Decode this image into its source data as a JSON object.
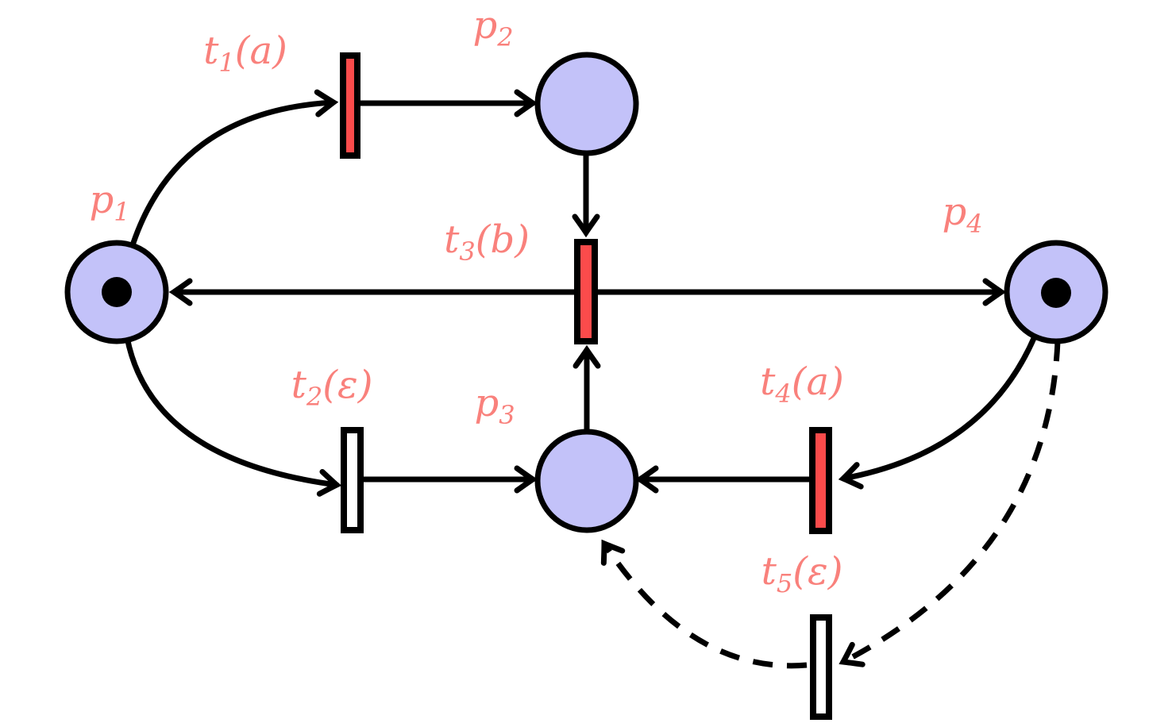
{
  "diagram": {
    "type": "petri-net",
    "colors": {
      "place_fill": "#C3C2F9",
      "transition_enabled_fill": "#FB4B4B",
      "transition_disabled_fill": "#FFFFFF",
      "label_color": "#F9817C",
      "stroke": "#000000",
      "token_color": "#000000"
    },
    "labels": {
      "p1": {
        "base": "p",
        "sub": "1",
        "suffix": ""
      },
      "p2": {
        "base": "p",
        "sub": "2",
        "suffix": ""
      },
      "p3": {
        "base": "p",
        "sub": "3",
        "suffix": ""
      },
      "p4": {
        "base": "p",
        "sub": "4",
        "suffix": ""
      },
      "t1": {
        "base": "t",
        "sub": "1",
        "suffix": "(a)"
      },
      "t2": {
        "base": "t",
        "sub": "2",
        "suffix": "(ε)"
      },
      "t3": {
        "base": "t",
        "sub": "3",
        "suffix": "(b)"
      },
      "t4": {
        "base": "t",
        "sub": "4",
        "suffix": "(a)"
      },
      "t5": {
        "base": "t",
        "sub": "5",
        "suffix": "(ε)"
      }
    },
    "places": [
      {
        "id": "p1",
        "tokens": 1
      },
      {
        "id": "p2",
        "tokens": 0
      },
      {
        "id": "p3",
        "tokens": 0
      },
      {
        "id": "p4",
        "tokens": 1
      }
    ],
    "transitions": [
      {
        "id": "t1",
        "event": "a",
        "filled": true
      },
      {
        "id": "t2",
        "event": "ε",
        "filled": false
      },
      {
        "id": "t3",
        "event": "b",
        "filled": true
      },
      {
        "id": "t4",
        "event": "a",
        "filled": true
      },
      {
        "id": "t5",
        "event": "ε",
        "filled": false
      }
    ],
    "arcs": [
      {
        "from": "p1",
        "to": "t1",
        "style": "solid"
      },
      {
        "from": "t1",
        "to": "p2",
        "style": "solid"
      },
      {
        "from": "p2",
        "to": "t3",
        "style": "solid"
      },
      {
        "from": "t3",
        "to": "p1",
        "style": "solid"
      },
      {
        "from": "t3",
        "to": "p4",
        "style": "solid"
      },
      {
        "from": "p1",
        "to": "t2",
        "style": "solid"
      },
      {
        "from": "t2",
        "to": "p3",
        "style": "solid"
      },
      {
        "from": "p3",
        "to": "t3",
        "style": "solid"
      },
      {
        "from": "p4",
        "to": "t4",
        "style": "solid"
      },
      {
        "from": "t4",
        "to": "p3",
        "style": "solid"
      },
      {
        "from": "p4",
        "to": "t5",
        "style": "dashed"
      },
      {
        "from": "t5",
        "to": "p3",
        "style": "dashed"
      }
    ]
  }
}
